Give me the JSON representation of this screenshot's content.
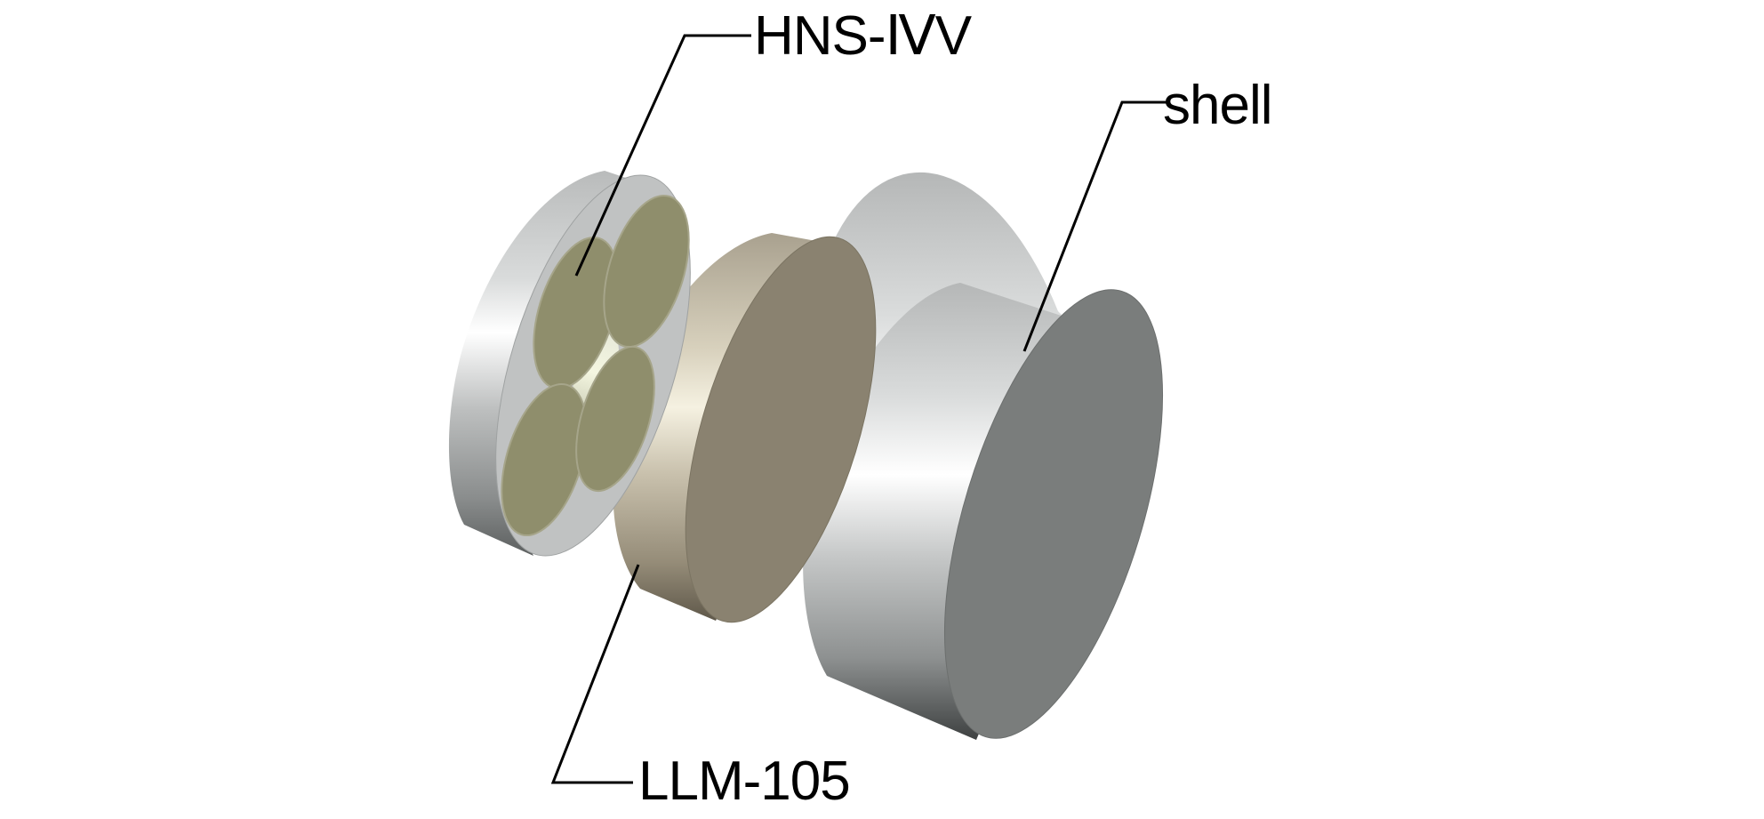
{
  "labels": {
    "hns": "HNS-ⅣV",
    "shell": "shell",
    "llm": "LLM-105"
  },
  "colors": {
    "metal_light": "#ffffff",
    "metal_mid": "#b3b5b5",
    "metal_dark": "#6e7272",
    "pellet_face": "#8f8e6c",
    "llm_face": "#8a8270",
    "llm_side_light": "#f1ecd9",
    "shell_face": "#7a7d7c",
    "leader_line": "#000000"
  },
  "components": [
    {
      "name": "HNS-ⅣV",
      "description_visible": false
    },
    {
      "name": "LLM-105",
      "description_visible": false
    },
    {
      "name": "shell",
      "description_visible": false
    }
  ]
}
